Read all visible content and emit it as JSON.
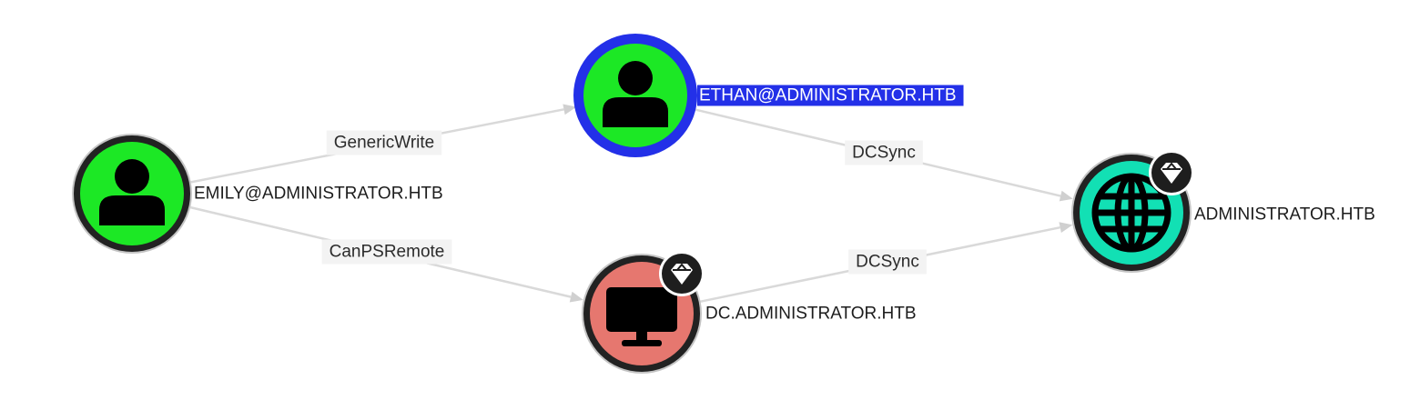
{
  "colors": {
    "user_node": "#1ce825",
    "computer_node": "#e6776f",
    "domain_node": "#12e0b4",
    "node_border": "#222222",
    "selected_border": "#2330e8",
    "selected_label_bg": "#2330e8",
    "badge": "#1e1e1e",
    "edge": "#d9d9d9",
    "edge_label_bg": "#f3f3f3"
  },
  "nodes": [
    {
      "id": "emily",
      "label": "EMILY@ADMINISTRATOR.HTB",
      "kind": "user",
      "icon": "user-icon",
      "selected": false,
      "tier_zero": false
    },
    {
      "id": "ethan",
      "label": "ETHAN@ADMINISTRATOR.HTB",
      "kind": "user",
      "icon": "user-icon",
      "selected": true,
      "tier_zero": false
    },
    {
      "id": "dc",
      "label": "DC.ADMINISTRATOR.HTB",
      "kind": "computer",
      "icon": "monitor-icon",
      "selected": false,
      "tier_zero": true
    },
    {
      "id": "domain",
      "label": "ADMINISTRATOR.HTB",
      "kind": "domain",
      "icon": "globe-icon",
      "selected": false,
      "tier_zero": true
    }
  ],
  "edges": [
    {
      "from": "emily",
      "to": "ethan",
      "label": "GenericWrite"
    },
    {
      "from": "emily",
      "to": "dc",
      "label": "CanPSRemote"
    },
    {
      "from": "ethan",
      "to": "domain",
      "label": "DCSync"
    },
    {
      "from": "dc",
      "to": "domain",
      "label": "DCSync"
    }
  ]
}
